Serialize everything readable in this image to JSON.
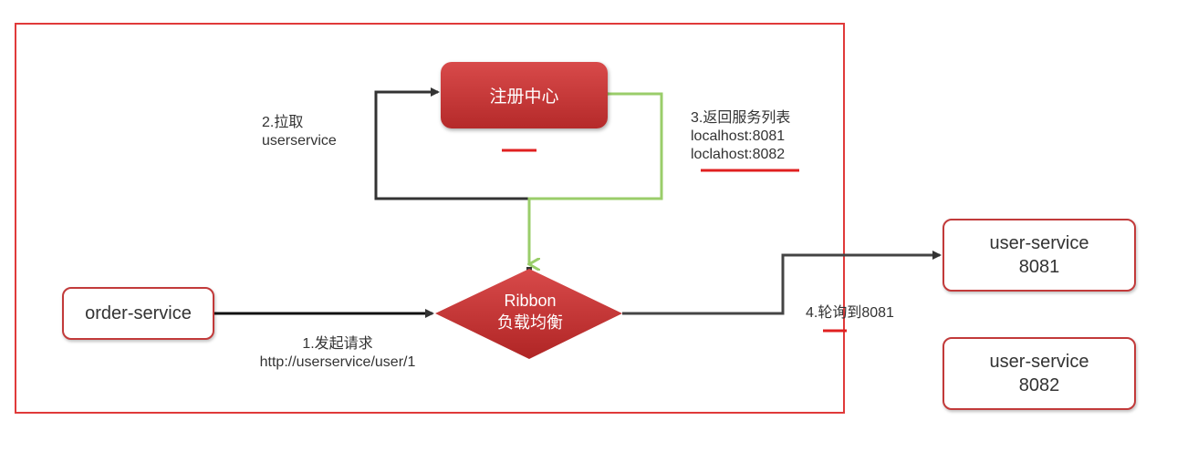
{
  "nodes": {
    "registry": "注册中心",
    "order_service": "order-service",
    "ribbon_line1": "Ribbon",
    "ribbon_line2": "负载均衡",
    "user_service_1_line1": "user-service",
    "user_service_1_line2": "8081",
    "user_service_2_line1": "user-service",
    "user_service_2_line2": "8082"
  },
  "labels": {
    "step1_line1": "1.发起请求",
    "step1_line2": "http://userservice/user/1",
    "step2_line1": "2.拉取",
    "step2_line2": "userservice",
    "step3_line1": "3.返回服务列表",
    "step3_line2": "localhost:8081",
    "step3_line3": "loclahost:8082",
    "step4": "4.轮询到8081"
  },
  "colors": {
    "frame": "#e03a3a",
    "registry_fill": "#c23a3a",
    "ribbon_fill": "#c43030",
    "green_arrow": "#9acd6a",
    "dark_arrow": "#333333",
    "underline": "#e02020"
  }
}
